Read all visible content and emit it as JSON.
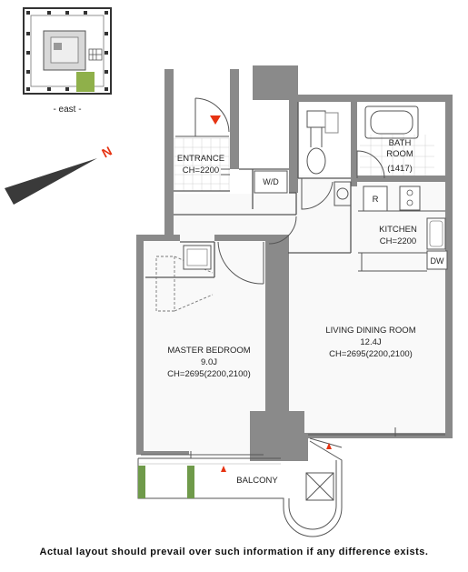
{
  "key_plan": {
    "direction_label": "- east -"
  },
  "compass": {
    "north_label": "N"
  },
  "rooms": {
    "entrance": {
      "name": "ENTRANCE",
      "ceiling": "CH=2200"
    },
    "wd": {
      "name": "W/D"
    },
    "bath": {
      "name_line1": "BATH",
      "name_line2": "ROOM",
      "size": "(1417)"
    },
    "refrigerator": {
      "name": "R"
    },
    "kitchen": {
      "name": "KITCHEN",
      "ceiling": "CH=2200"
    },
    "dishwasher": {
      "name": "DW"
    },
    "master_bedroom": {
      "name": "MASTER BEDROOM",
      "size": "9.0J",
      "ceiling": "CH=2695(2200,2100)"
    },
    "living_dining": {
      "name": "LIVING DINING ROOM",
      "size": "12.4J",
      "ceiling": "CH=2695(2200,2100)"
    },
    "balcony": {
      "name": "BALCONY"
    }
  },
  "colors": {
    "wall": "#8a8a8a",
    "line": "#555555",
    "highlight_unit": "#8fb04a",
    "entry_marker": "#e63312",
    "planter": "#6f9a4a"
  },
  "disclaimer": "Actual layout should prevail over such information if any difference exists."
}
